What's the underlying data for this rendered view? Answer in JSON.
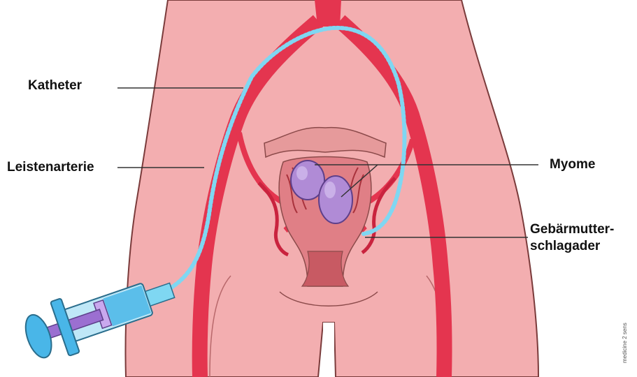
{
  "labels": {
    "katheter": "Katheter",
    "leistenarterie": "Leistenarterie",
    "myome": "Myome",
    "gebaermutter_line1": "Gebärmutter-",
    "gebaermutter_line2": "schlagader"
  },
  "credit": "medicine 2 sens",
  "colors": {
    "skin": "#f3aeb0",
    "skin_outline": "#7a3b3b",
    "artery": "#e4354f",
    "catheter": "#7fd7f2",
    "fibroid": "#b08bd6",
    "syringe": "#49b6e8"
  }
}
